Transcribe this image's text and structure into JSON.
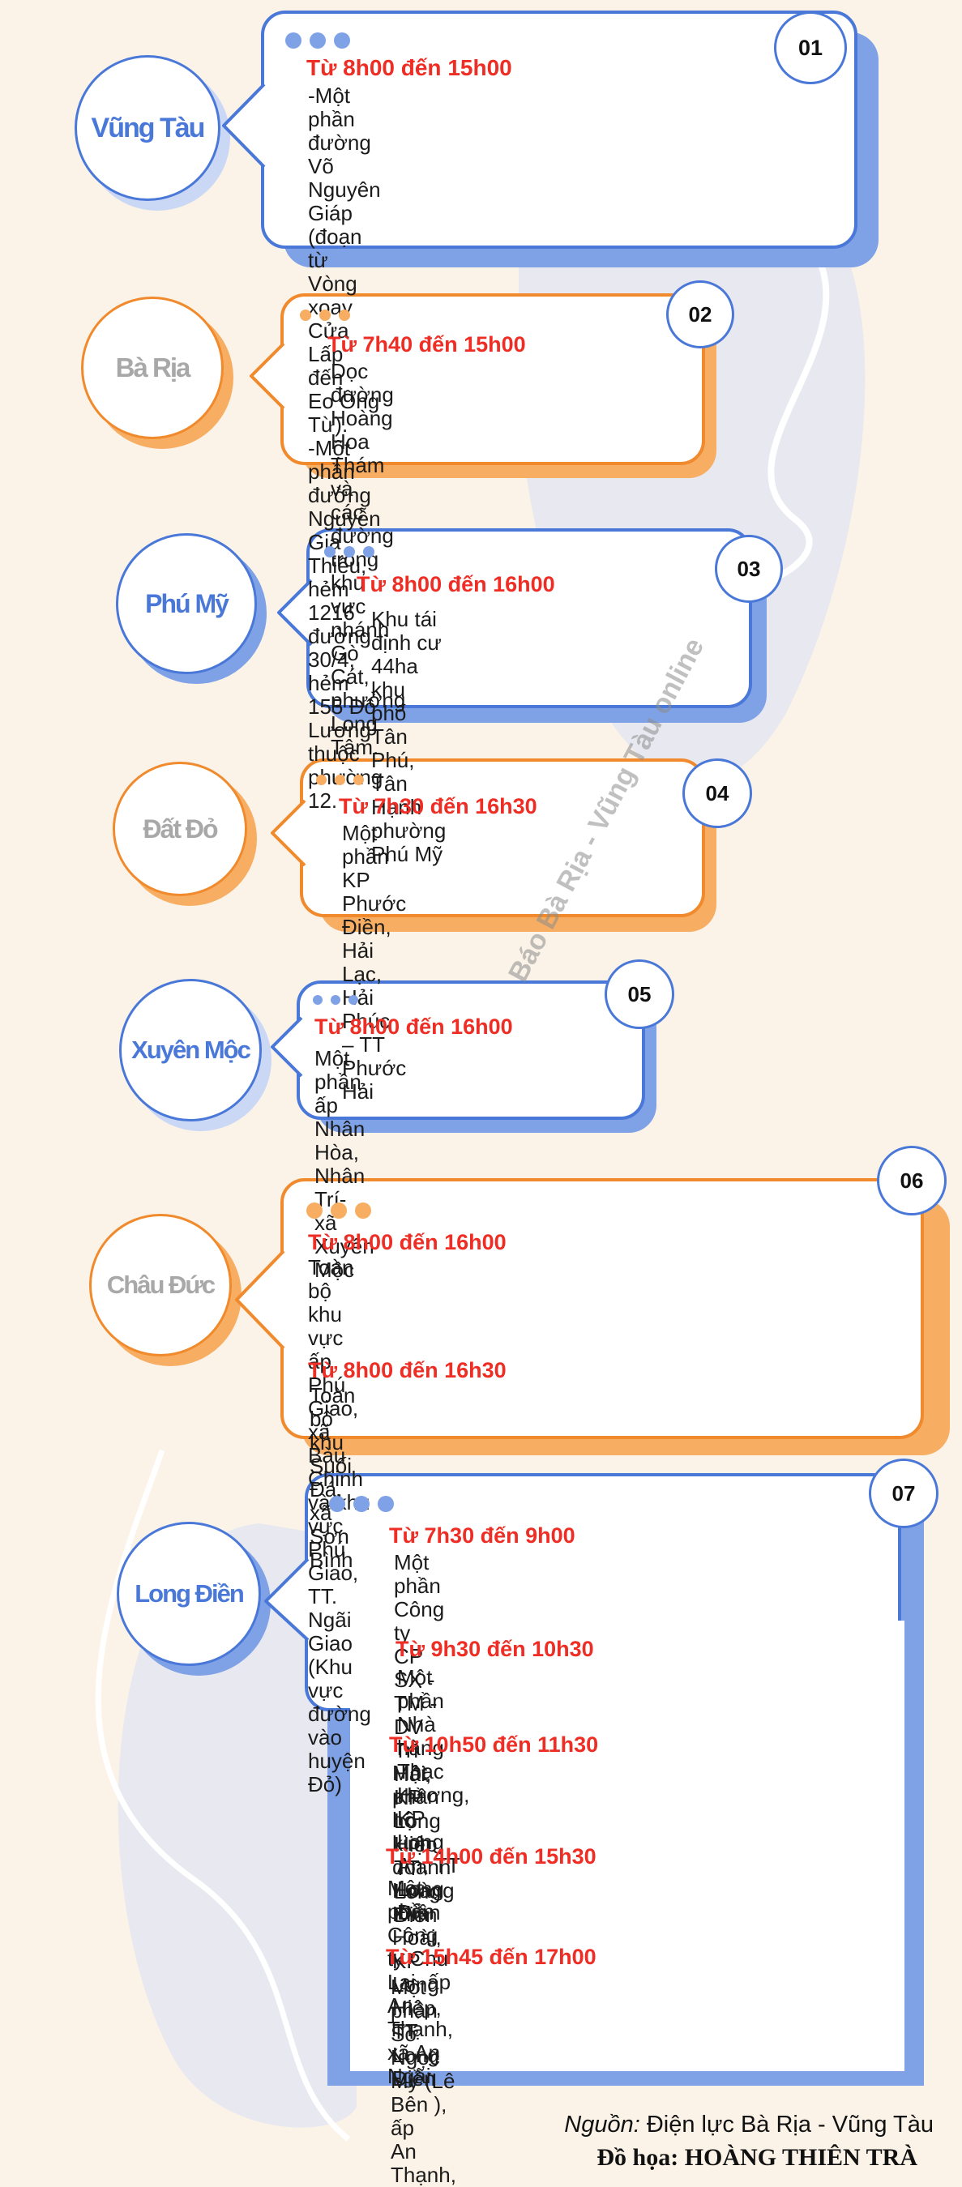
{
  "colors": {
    "background": "#fbf3e8",
    "blue": "#4a78d8",
    "blue_shadow": "#7fa1e6",
    "orange": "#f08a2c",
    "orange_shadow": "#f7ad62",
    "time_red": "#ee2d24",
    "label_grey": "#a8a8a8"
  },
  "entries": [
    {
      "badge": "01",
      "location": "Vũng Tàu",
      "schedules": [
        {
          "time": "Từ 8h00 đến 15h00",
          "desc": "-Một phần đường Võ Nguyên Giáp\n(đoạn từ Vòng xoay Cửa Lấp đến\nEo Ông Từ).\n-Một phần đường Nguyễn Gia\nThiều, hẻm 1216 đường 30/4, hẻm\n155 Đô Lương thuộc phường 12."
        }
      ]
    },
    {
      "badge": "02",
      "location": "Bà Rịa",
      "schedules": [
        {
          "time": "Từ 7h40 đến 15h00",
          "desc": "Dọc đường Hoàng Hoa Thám và\ncác đường trong khu vực nhánh Gò\nCát, phường Long Tâm."
        }
      ]
    },
    {
      "badge": "03",
      "location": "Phú Mỹ",
      "schedules": [
        {
          "time": "Từ 8h00 đến 16h00",
          "desc": "Khu tái định cư 44ha khu phố\nTân Phú, Tân Hạnh phường\nPhú Mỹ"
        }
      ]
    },
    {
      "badge": "04",
      "location": "Đất Đỏ",
      "schedules": [
        {
          "time": "Từ 7h30 đến 16h30",
          "desc": "Một phần KP Phước Điền, Hải Lạc,\nHải Phúc – TT Phước Hải"
        }
      ]
    },
    {
      "badge": "05",
      "location": "Xuyên Mộc",
      "schedules": [
        {
          "time": "Từ 8h00 đến 16h00",
          "desc": "Một phần ấp Nhân Hòa, Nhân\nTrí- xã Xuyên Mộc"
        }
      ]
    },
    {
      "badge": "06",
      "location": "Châu Đức",
      "schedules": [
        {
          "time": "Từ 8h00 đến 16h00",
          "desc": "Toàn bộ khu vực ấp Phú Giao, xã\nBàu Chinh và khu vực Phú Giao,\nTT. Ngãi Giao (Khu vực đường vào\nhuyện Đỏ)"
        },
        {
          "time": "Từ 8h00 đến 16h30",
          "desc": "Toàn bộ khu Suối Đá, xã Sơn Bình"
        }
      ]
    },
    {
      "badge": "07",
      "location": "Long Điền",
      "schedules": [
        {
          "time": "Từ 7h30 đến 9h00",
          "desc": "Một phần Công ty CP SX - TM -\nDV Trí Hải, KP Long Hiệp, TT Long\nĐiền"
        },
        {
          "time": "Từ 9h30 đến 10h30",
          "desc": "Một phần Nhà hàng Thạc Hương,\nKP Long An, TT Long Điền"
        },
        {
          "time": "Từ 10h50 đến 11h30",
          "desc": "Một phần hộ kinh doanh Hoàng\nKim Hoài, KP Long Hiệp, TT Long\nĐiền"
        },
        {
          "time": "Từ 14h00 đến 15h30",
          "desc": "Một phần Công ty Chu Lai, ấp An\nThạnh, xã An Ngãi"
        },
        {
          "time": "Từ 15h45 đến 17h00",
          "desc": "Một phần Sở Ngọc My (Lê Bên ), ấp\nAn Thạnh, xã An Ngãi"
        }
      ]
    }
  ],
  "watermark": "Báo Bà Rịa - Vũng Tàu online",
  "footer": {
    "source_label": "Nguồn:",
    "source_value": " Điện lực Bà Rịa - Vũng Tàu",
    "credit": "Đồ họa: HOÀNG THIÊN TRÀ"
  }
}
